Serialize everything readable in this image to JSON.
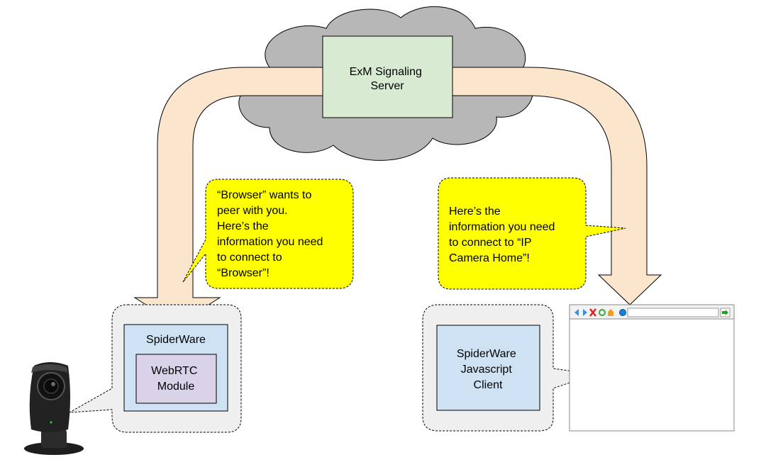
{
  "server": {
    "label_line1": "ExM Signaling",
    "label_line2": "Server"
  },
  "callout_left": {
    "lines": [
      "“Browser” wants to",
      "peer with you.",
      "Here’s the",
      "information you need",
      "to connect to",
      "“Browser”!"
    ]
  },
  "callout_right": {
    "lines": [
      "Here’s the",
      "information you need",
      "to connect to “IP",
      "Camera Home”!"
    ]
  },
  "spiderware_device": {
    "title": "SpiderWare",
    "module_line1": "WebRTC",
    "module_line2": "Module"
  },
  "spiderware_client": {
    "line1": "SpiderWare",
    "line2": "Javascript",
    "line3": "Client"
  },
  "colors": {
    "cloud": "#b7b7b7",
    "server_box": "#d9ead3",
    "arrow_fill": "#fce5cd",
    "callout_fill": "#ffff00",
    "bubble_fill": "#efefef",
    "spiderware_box": "#cfe2f3",
    "module_box": "#d9d2e9"
  },
  "icons": {
    "camera": "ip-camera-icon",
    "browser": "browser-window-icon"
  }
}
